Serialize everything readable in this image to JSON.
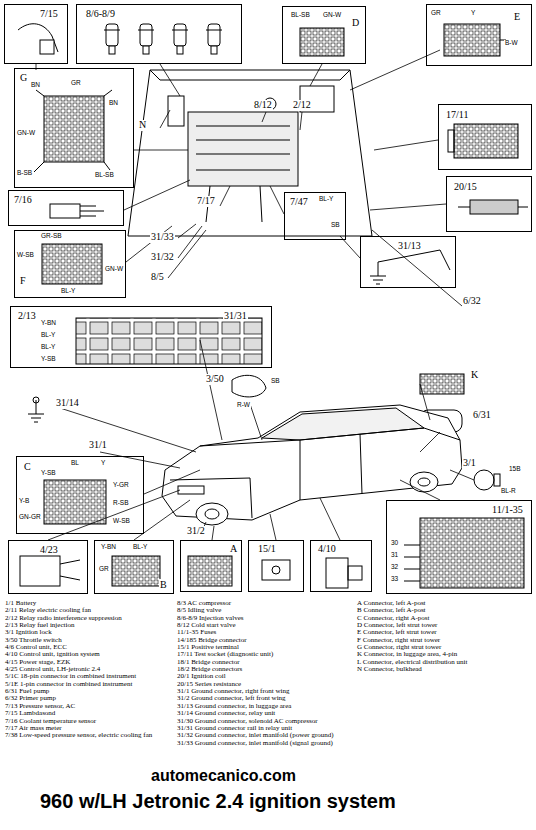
{
  "diagram": {
    "title": "960 w/LH Jetronic 2.4 ignition system",
    "nodes": [
      {
        "text": [
          "7/15"
        ]
      },
      {
        "text": [
          "8/6-8/9"
        ]
      },
      {
        "text": [
          "D"
        ]
      },
      {
        "text": [
          "E"
        ]
      },
      {
        "text": [
          "G"
        ]
      },
      {
        "text": [
          "17/11"
        ]
      },
      {
        "text": [
          "20/15"
        ]
      },
      {
        "text": [
          "7/16"
        ]
      },
      {
        "text": [
          "F"
        ]
      },
      {
        "text": [
          "7/47"
        ]
      },
      {
        "text": [
          "31/13"
        ]
      },
      {
        "text": [
          "2/13",
          "31/31"
        ]
      },
      {
        "text": [
          "C"
        ]
      },
      {
        "text": [
          "4/23"
        ]
      },
      {
        "text": [
          "B"
        ]
      },
      {
        "text": [
          "A"
        ]
      },
      {
        "text": [
          "15/1"
        ]
      },
      {
        "text": [
          "4/10"
        ]
      },
      {
        "text": [
          "11/1-35"
        ]
      }
    ],
    "labels": [
      "BL-SB",
      "GN-W",
      "GR",
      "Y",
      "B-W",
      "BN",
      "GR",
      "BN",
      "GN-W",
      "B-SB",
      "BL-SB",
      "N",
      "8/12",
      "2/12",
      "7/17",
      "BL-Y",
      "SB",
      "31/33",
      "31/32",
      "8/5",
      "GR-SB",
      "W-SB",
      "GN-W",
      "BL-Y",
      "Y-BN",
      "BL-Y",
      "BL-Y",
      "Y-SB",
      "3/50",
      "SB",
      "R-W",
      "31/14",
      "6/31",
      "31/1",
      "3/1",
      "15B",
      "BL-R",
      "BL",
      "Y",
      "Y-SB",
      "Y-GR",
      "Y-B",
      "GN-GR",
      "R-SB",
      "W-SB",
      "31/2",
      "Y-BN",
      "BL-Y",
      "GR",
      "30",
      "31",
      "32",
      "33",
      "6/32",
      "K",
      "1/1 Battery",
      "2/11 Relay electric cooling fan",
      "2/12 Relay radio interference suppression",
      "2/13 Relay fuel injection",
      "3/1 Ignition lock",
      "3/50 Throttle switch",
      "4/6 Control unit, ECC",
      "4/10 Control unit, ignition system",
      "4/15 Power stage, EZK",
      "4/25 Control unit, LH-jetronic 2.4",
      "5/1C 18-pin connector in combined instrument",
      "5/1E 1-pin connector in combined instrument",
      "6/31 Fuel pump",
      "6/32 Primer pump",
      "7/13 Pressure sensor, AC",
      "7/15 Lambdasond",
      "7/16 Coolant temperature sensor",
      "7/17 Air mass meter",
      "7/38 Low-speed pressure sensor, electric cooling fan",
      "8/3 AC compressor",
      "8/5 Idling valve",
      "8/6-8/9 Injection valves",
      "8/12 Cold start valve",
      "11/1-35 Fuses",
      "14/185 Bridge connector",
      "15/1 Positive terminal",
      "17/11 Test socket (diagnostic unit)",
      "18/1 Bridge connector",
      "18/2 Bridge connectors",
      "20/1 Ignition coil",
      "20/15 Series resistance",
      "31/1 Ground connector, right front wing",
      "31/2 Ground connector, left front wing",
      "31/13 Ground connector, in luggage area",
      "31/14 Ground connector, relay unit",
      "31/30 Ground connector, solenoid AC compressor",
      "31/31 Ground connector rail in relay unit",
      "31/32 Ground connector, inlet manifold (power ground)",
      "31/33 Ground connector, inlet manifold (signal ground)",
      "A Connector, left A-post",
      "B Connector, left A-post",
      "C Connector, right A-post",
      "D Connector, left strut tower",
      "E Connector, left strut tower",
      "F Connector, right strut tower",
      "G Connector, right strut tower",
      "K Connector, in luggage area, 4-pin",
      "L Connector, electrical distribution unit",
      "N Connector, bulkhead",
      "automecanico.com"
    ]
  }
}
